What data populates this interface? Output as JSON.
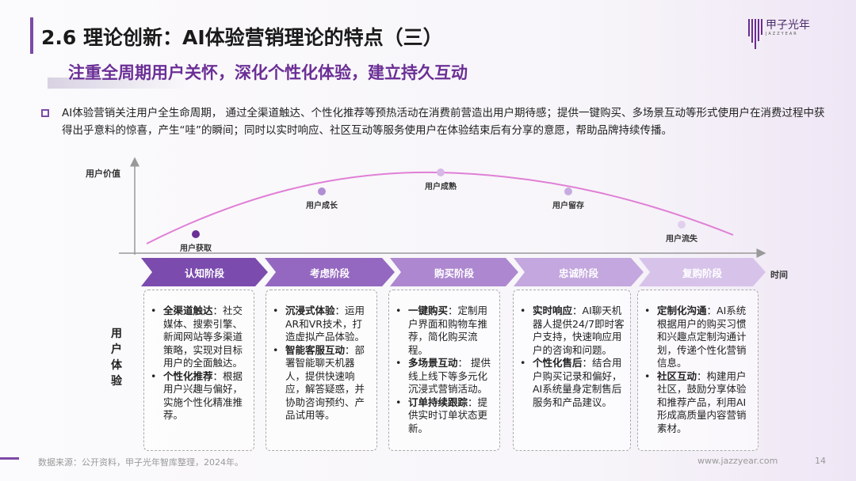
{
  "header": {
    "title": "2.6 理论创新：AI体验营销理论的特点（三）",
    "subtitle": "注重全周期用户关怀，深化个性化体验，建立持久互动",
    "logo_name": "甲子光年",
    "logo_sub": "JAZZYEAR"
  },
  "intro": "AI体验营销关注用户全生命周期， 通过全渠道触达、个性化推荐等预热活动在消费前营造出用户期待感；提供一键购买、多场景互动等形式使用户在消费过程中获得出乎意料的惊喜，产生“哇”的瞬间；同时以实时响应、社区互动等服务使用户在体验结束后有分享的意愿，帮助品牌持续传播。",
  "chart": {
    "ylabel": "用户价值",
    "xlabel": "时间",
    "points": [
      {
        "label": "用户获取",
        "value": 0.2
      },
      {
        "label": "用户成长",
        "value": 0.65
      },
      {
        "label": "用户成熟",
        "value": 0.85
      },
      {
        "label": "用户留存",
        "value": 0.65
      },
      {
        "label": "用户流失",
        "value": 0.3
      }
    ]
  },
  "stages": [
    {
      "label": "认知阶段",
      "color": "#7b4cae",
      "items": [
        {
          "k": "全渠道触达",
          "v": "：社交媒体、搜索引擎、新闻网站等多渠道策略，实现对目标用户的全面触达。"
        },
        {
          "k": "个性化推荐",
          "v": "：根据用户兴趣与偏好，实施个性化精准推荐。"
        }
      ]
    },
    {
      "label": "考虑阶段",
      "color": "#9468c0",
      "items": [
        {
          "k": "沉浸式体验",
          "v": "：运用AR和VR技术，打造虚拟产品体验。"
        },
        {
          "k": "智能客服互动",
          "v": "：部署智能聊天机器人，提供快速响应，解答疑惑，并协助咨询预约、产品试用等。"
        }
      ]
    },
    {
      "label": "购买阶段",
      "color": "#ad88d0",
      "items": [
        {
          "k": "一键购买",
          "v": "：定制用户界面和购物车推荐，简化购买流程。"
        },
        {
          "k": "多场景互动",
          "v": "： 提供线上线下等多元化沉浸式营销活动。"
        },
        {
          "k": "订单持续跟踪",
          "v": "：提供实时订单状态更新。"
        }
      ]
    },
    {
      "label": "忠诚阶段",
      "color": "#c3a7de",
      "items": [
        {
          "k": "实时响应",
          "v": "：AI聊天机器人提供24/7即时客户支持，快速响应用户的咨询和问题。"
        },
        {
          "k": "个性化售后",
          "v": "：结合用户购买记录和偏好，AI系统量身定制售后服务和产品建议。"
        }
      ]
    },
    {
      "label": "复购阶段",
      "color": "#d7c3ea",
      "items": [
        {
          "k": "定制化沟通",
          "v": "：AI系统根据用户的购买习惯和兴趣点定制沟通计划，传递个性化营销信息。"
        },
        {
          "k": "社区互动",
          "v": "：构建用户社区，鼓励分享体验和推荐产品，利用AI形成高质量内容营销素材。"
        }
      ]
    }
  ],
  "side_label": "用户体验",
  "footer": {
    "source": "数据来源：公开资料，甲子光年智库整理，2024年。",
    "site": "www.jazzyear.com",
    "page": "14"
  }
}
